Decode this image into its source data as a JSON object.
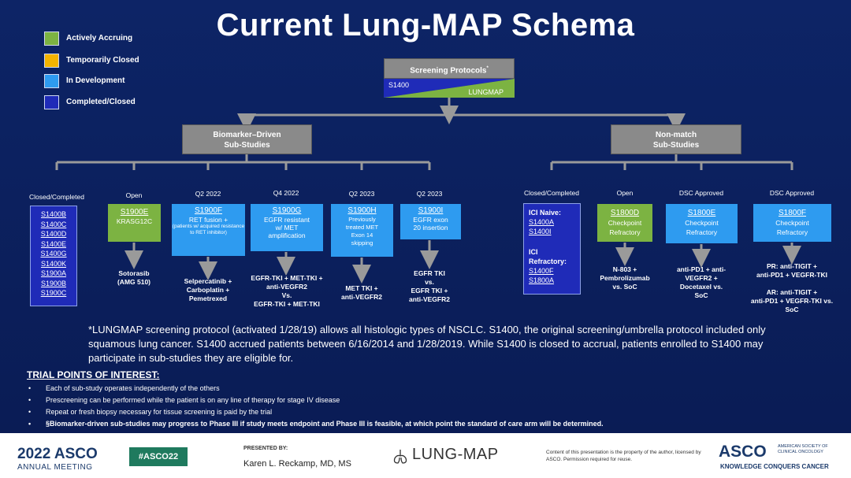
{
  "title": "Current Lung-MAP Schema",
  "legend": [
    {
      "label": "Actively Accruing",
      "color": "#7cb342"
    },
    {
      "label": "Temporarily Closed",
      "color": "#f5b400"
    },
    {
      "label": "In Development",
      "color": "#2e9bf0"
    },
    {
      "label": "Completed/Closed",
      "color": "#1f2bb8"
    }
  ],
  "screening": {
    "title": "Screening Protocols",
    "sup": "*",
    "left": "S1400",
    "right": "LUNGMAP"
  },
  "branches": {
    "biomarker": [
      "Biomarker–Driven",
      "Sub-Studies"
    ],
    "nonmatch": [
      "Non-match",
      "Sub-Studies"
    ]
  },
  "columns": {
    "closed1": "Closed/Completed",
    "open1": "Open",
    "q2_2022": "Q2 2022",
    "q4_2022": "Q4 2022",
    "q2_2023a": "Q2 2023",
    "q2_2023b": "Q2 2023",
    "closed2": "Closed/Completed",
    "open2": "Open",
    "dsc1": "DSC Approved",
    "dsc2": "DSC Approved"
  },
  "closed_list": [
    "S1400B",
    "S1400C",
    "S1400D",
    "S1400E",
    "S1400G",
    "S1400K",
    "S1900A",
    "S1900B",
    "S1900C"
  ],
  "studies": {
    "s1900e": {
      "id": "S1900E",
      "desc": "KRASG12C"
    },
    "s1900f": {
      "id": "S1900F",
      "desc": "RET fusion +",
      "small": "(patients w/ acquired resistance to RET inhibitor)"
    },
    "s1900g": {
      "id": "S1900G",
      "l1": "EGFR resistant",
      "l2": "w/ MET",
      "l3": "amplification"
    },
    "s1900h": {
      "id": "S1900H",
      "l1": "Previously",
      "l2": "treated MET",
      "l3": "Exon 14",
      "l4": "skipping"
    },
    "s1900i": {
      "id": "S1900I",
      "l1": "EGFR exon",
      "l2": "20 insertion"
    },
    "s1800d": {
      "id": "S1800D",
      "l1": "Checkpoint",
      "l2": "Refractory"
    },
    "s1800e": {
      "id": "S1800E",
      "l1": "Checkpoint",
      "l2": "Refractory"
    },
    "s1800f": {
      "id": "S1800F",
      "l1": "Checkpoint",
      "l2": "Refractory"
    }
  },
  "ici": {
    "naive_label": "ICI Naive:",
    "naive": [
      "S1400A",
      "S1400I"
    ],
    "refr_label1": "ICI",
    "refr_label2": "Refractory:",
    "refr": [
      "S1400F",
      "S1800A"
    ]
  },
  "outcomes": {
    "s1900e": "Sotorasib\n(AMG 510)",
    "s1900f": "Selpercatinib +\nCarboplatin +\nPemetrexed",
    "s1900g": "EGFR-TKI + MET-TKI +\nanti-VEGFR2\nVs.\nEGFR-TKI + MET-TKI",
    "s1900h": "MET TKI +\nanti-VEGFR2",
    "s1900i": "EGFR TKI\nvs.\nEGFR TKI +\nanti-VEGFR2",
    "s1800d": "N-803 +\nPembrolizumab\nvs. SoC",
    "s1800e": "anti-PD1 + anti-\nVEGFR2 +\nDocetaxel vs.\nSoC",
    "s1800f": "PR: anti-TIGIT +\nanti-PD1 + VEGFR-TKI\n\nAR: anti-TIGIT +\nanti-PD1 + VEGFR-TKI vs.\nSoC"
  },
  "footnote": "*LUNGMAP screening protocol (activated 1/28/19) allows all histologic types of NSCLC.  S1400, the original screening/umbrella protocol included only squamous lung cancer. S1400 accrued patients between 6/16/2014 and 1/28/2019. While S1400 is closed to accrual, patients enrolled to S1400 may participate in sub-studies they are eligible for.",
  "trial_points_title": "TRIAL POINTS OF INTEREST:",
  "trial_points": [
    "Each of sub-study operates independently of the others",
    "Prescreening can be performed while the patient is on any line of therapy for stage IV disease",
    "Repeat or fresh biopsy necessary for tissue screening is paid by the trial",
    "§Biomarker-driven sub-studies may progress to Phase III if study meets endpoint and Phase III is feasible, at which point the standard of care arm will be determined."
  ],
  "footer": {
    "year_asco": "2022 ASCO",
    "annual": "ANNUAL MEETING",
    "hashtag": "#ASCO22",
    "presented_by": "PRESENTED BY:",
    "presenter": "Karen L. Reckamp, MD, MS",
    "lungmap": "LUNG-MAP",
    "content_note": "Content of this presentation is the property of the author, licensed by ASCO. Permission required for reuse.",
    "asco": "ASCO",
    "asco_sub": "AMERICAN SOCIETY OF CLINICAL ONCOLOGY",
    "asco_tag": "KNOWLEDGE CONQUERS CANCER"
  }
}
